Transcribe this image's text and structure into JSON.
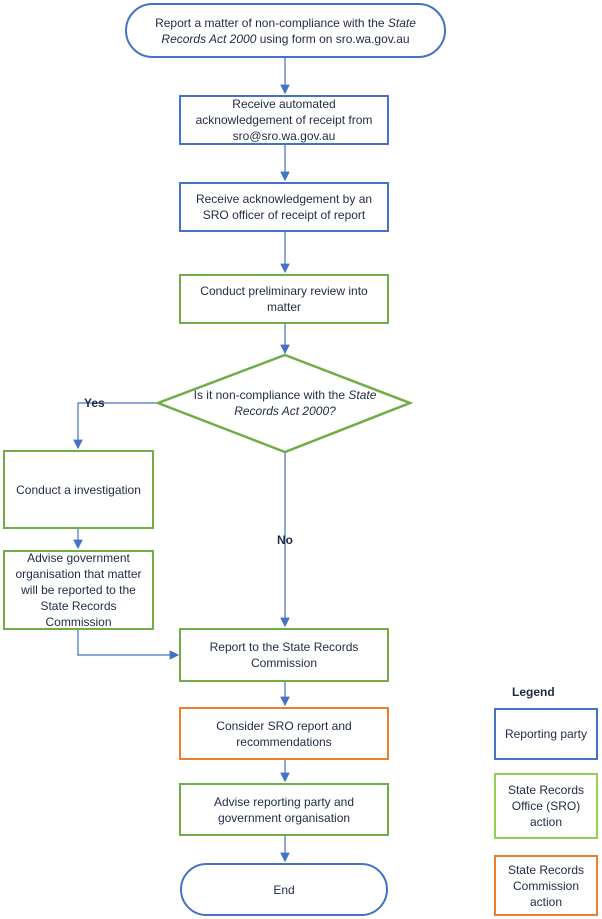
{
  "flow": {
    "start": {
      "pre": "Report a matter of non-compliance with the ",
      "italic": "State Records Act 2000",
      "post": " using form on sro.wa.gov.au"
    },
    "ack_auto": "Receive automated acknowledgement of receipt from sro@sro.wa.gov.au",
    "ack_officer": "Receive acknowledgement by an SRO officer of receipt of report",
    "review": "Conduct preliminary review into matter",
    "decision": {
      "pre": "Is it non-compliance with the ",
      "italic": "State Records Act 2000?"
    },
    "yes_label": "Yes",
    "no_label": "No",
    "investigate": "Conduct a investigation",
    "advise_gov": "Advise government organisation that matter will be reported to the State Records Commission",
    "report_commission": "Report to the State Records Commission",
    "consider": "Consider SRO report and recommendations",
    "advise_parties": "Advise reporting party and government organisation",
    "end": "End"
  },
  "legend": {
    "title": "Legend",
    "reporting_party": "Reporting party",
    "sro_action": "State Records Office (SRO) action",
    "commission_action": "State Records Commission action"
  },
  "colors": {
    "reporting_party": "#4472c4",
    "sro_action": "#70ad47",
    "commission_action": "#ed7d31",
    "connector": "#4472c4"
  }
}
